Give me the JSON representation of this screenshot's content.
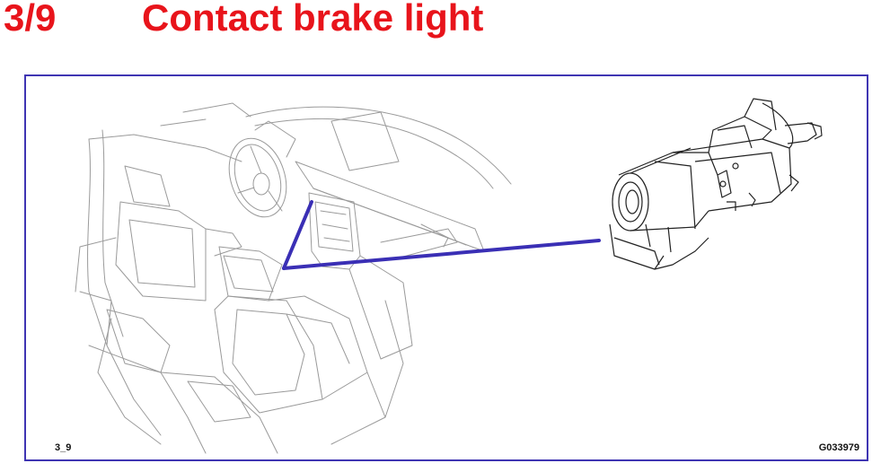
{
  "header": {
    "slide_number": "3/9",
    "title": "Contact brake light"
  },
  "figure": {
    "reference_label": "3_9",
    "drawing_code": "G033979",
    "callout_color": "#3a2fb5",
    "frame_color": "#3f35b3",
    "title_color": "#e8141b"
  }
}
